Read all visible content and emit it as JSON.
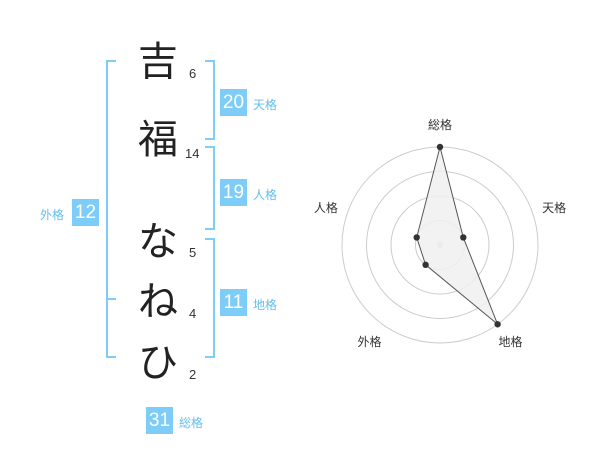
{
  "name": {
    "characters": [
      {
        "char": "吉",
        "strokes": "6"
      },
      {
        "char": "福",
        "strokes": "14"
      },
      {
        "char": "な",
        "strokes": "5"
      },
      {
        "char": "ね",
        "strokes": "4"
      },
      {
        "char": "ひ",
        "strokes": "2"
      }
    ]
  },
  "kaku": {
    "ten": {
      "value": "20",
      "label": "天格"
    },
    "jin": {
      "value": "19",
      "label": "人格"
    },
    "chi": {
      "value": "11",
      "label": "地格"
    },
    "gai": {
      "value": "12",
      "label": "外格"
    },
    "sou": {
      "value": "31",
      "label": "総格"
    }
  },
  "colors": {
    "accent": "#7ecdf8",
    "label": "#64bdee",
    "ring": "#cccccc",
    "polygon_fill": "#f0f0f0",
    "polygon_stroke": "#555555",
    "point": "#333333",
    "center": "#c8c8c8"
  },
  "chart_data": {
    "type": "radar",
    "axes": [
      "総格",
      "天格",
      "地格",
      "外格",
      "人格"
    ],
    "rings": 4,
    "values": [
      4,
      1,
      4,
      1,
      1
    ],
    "max": 4
  }
}
